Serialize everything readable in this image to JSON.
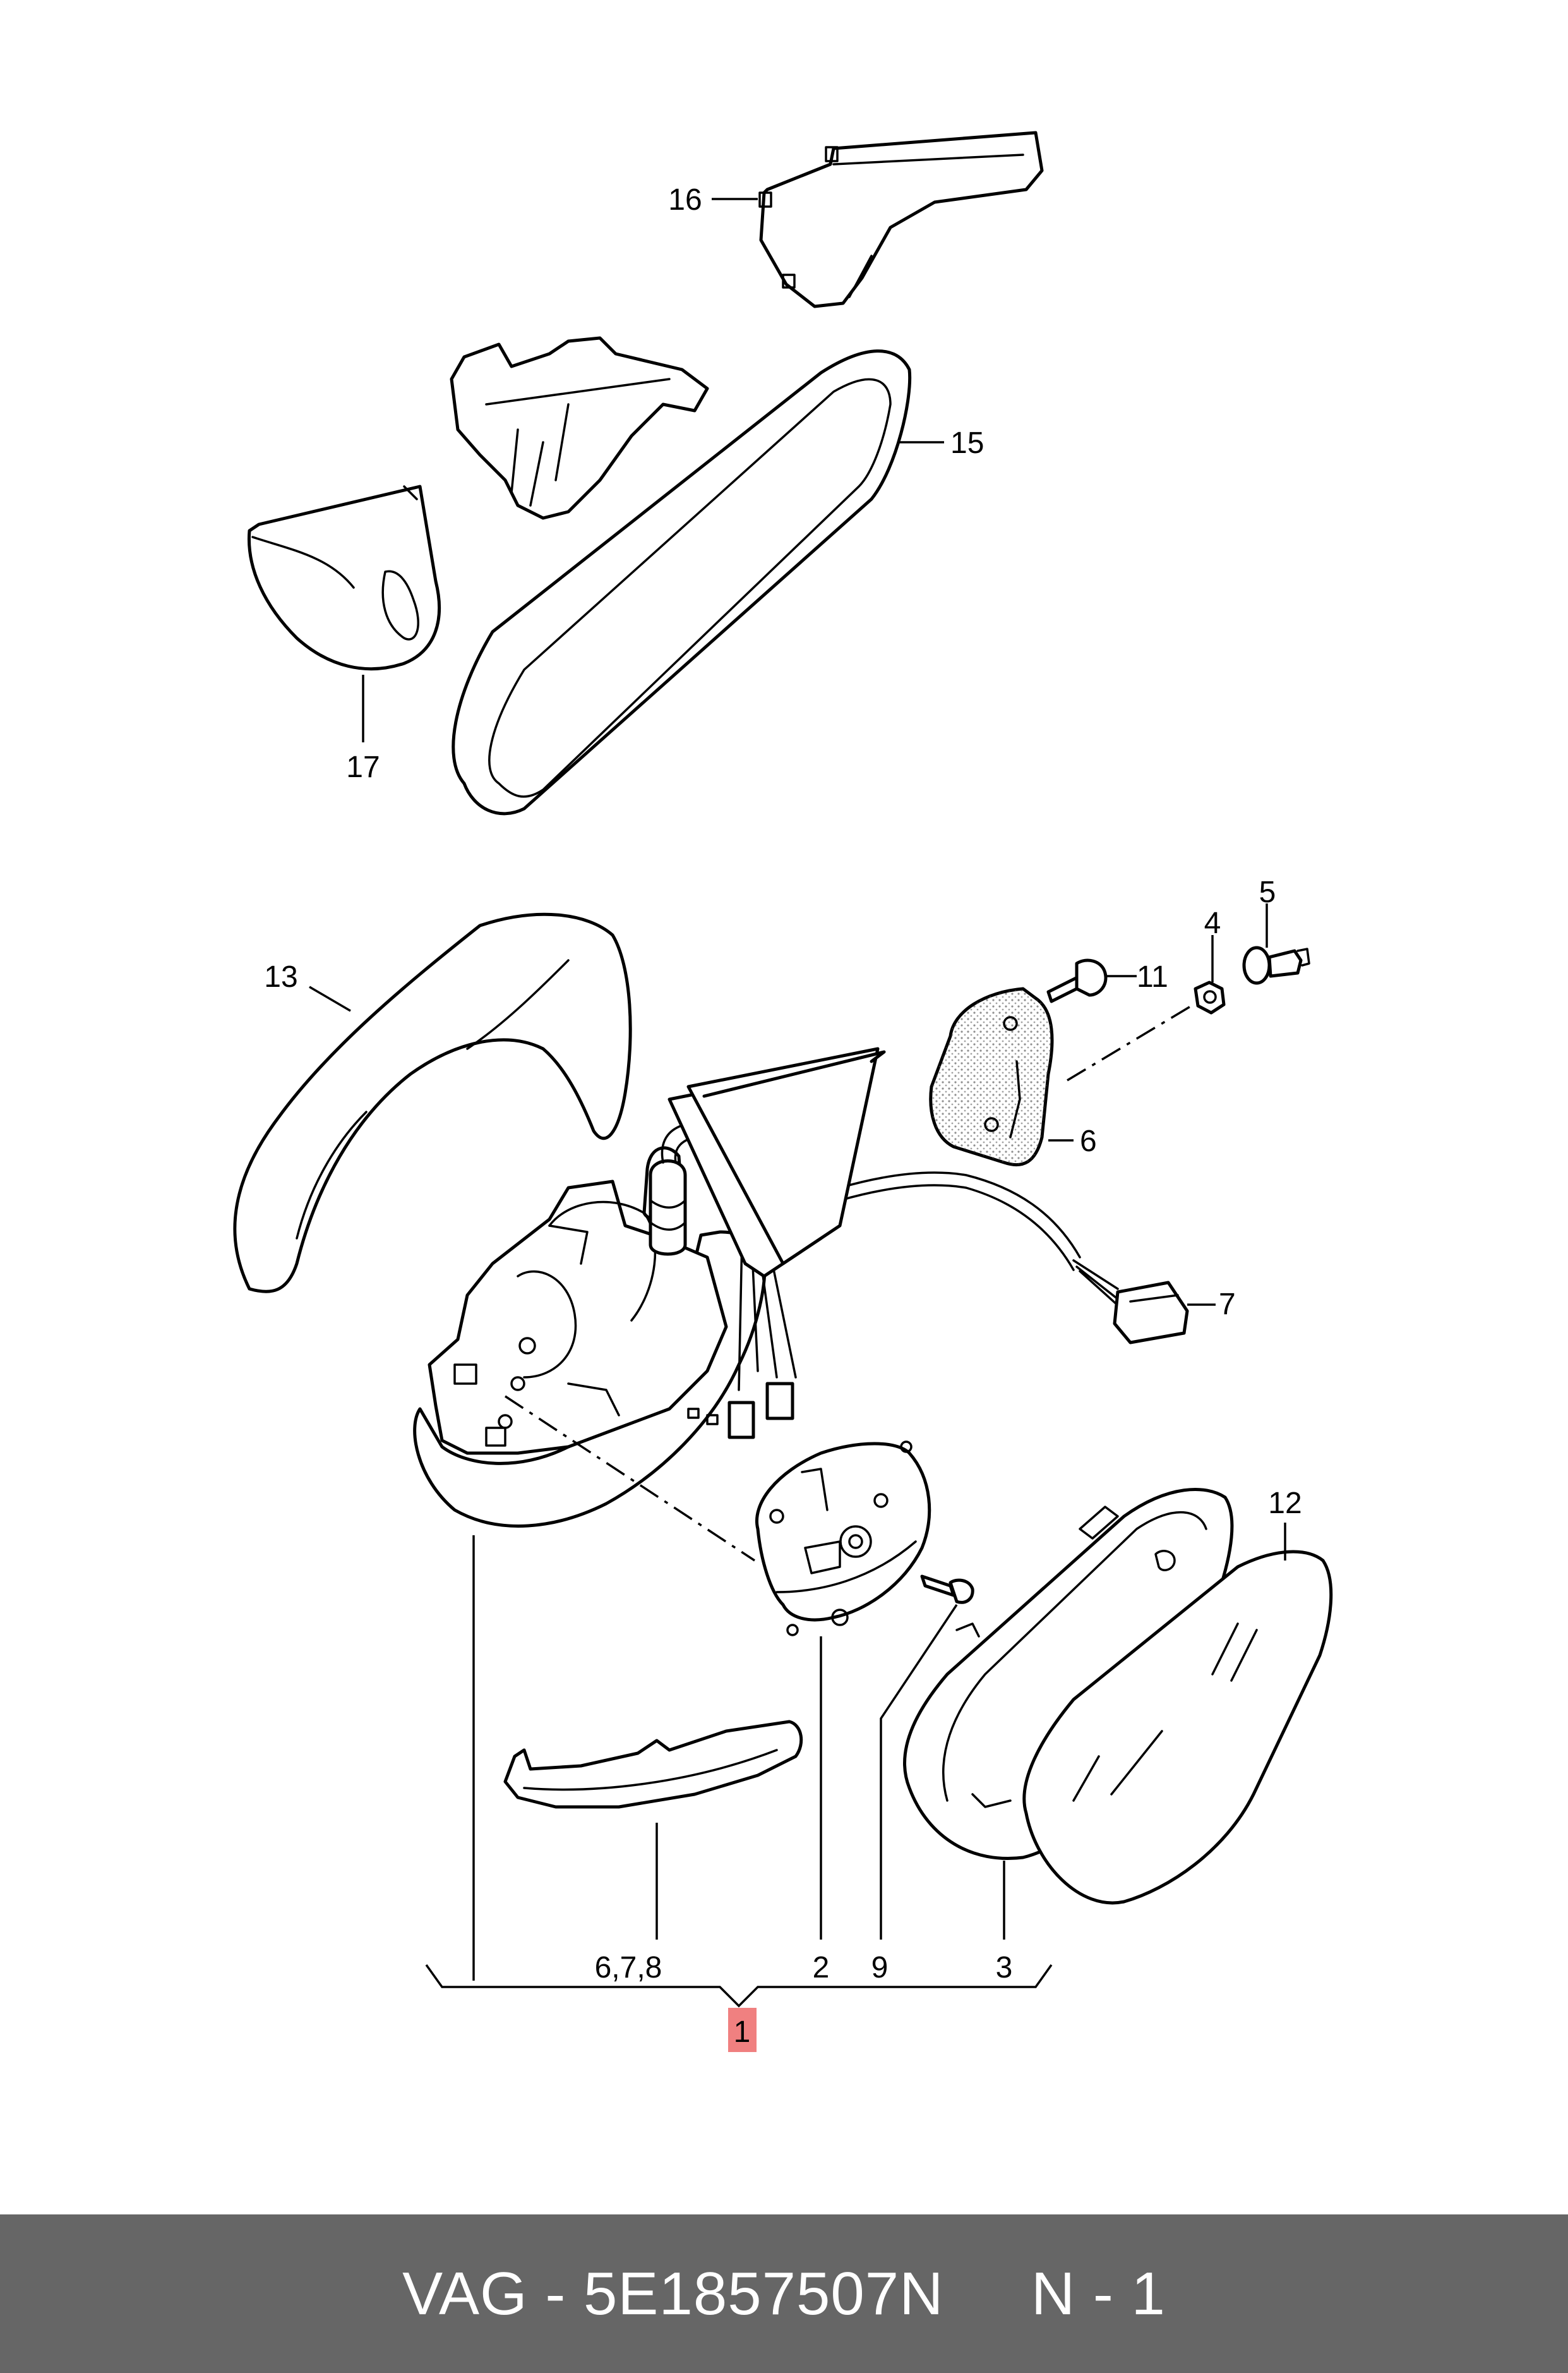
{
  "callouts": {
    "c1": "1",
    "c2": "2",
    "c3": "3",
    "c4": "4",
    "c5": "5",
    "c6": "6",
    "c7": "7",
    "c9": "9",
    "c11": "11",
    "c12": "12",
    "c13": "13",
    "c15": "15",
    "c16": "16",
    "c17": "17",
    "c678": "6,7,8"
  },
  "colors": {
    "highlight": "#f08080",
    "footer_bg": "#666666"
  },
  "footer": {
    "text": "VAG - 5E1857507N     N - 1"
  }
}
